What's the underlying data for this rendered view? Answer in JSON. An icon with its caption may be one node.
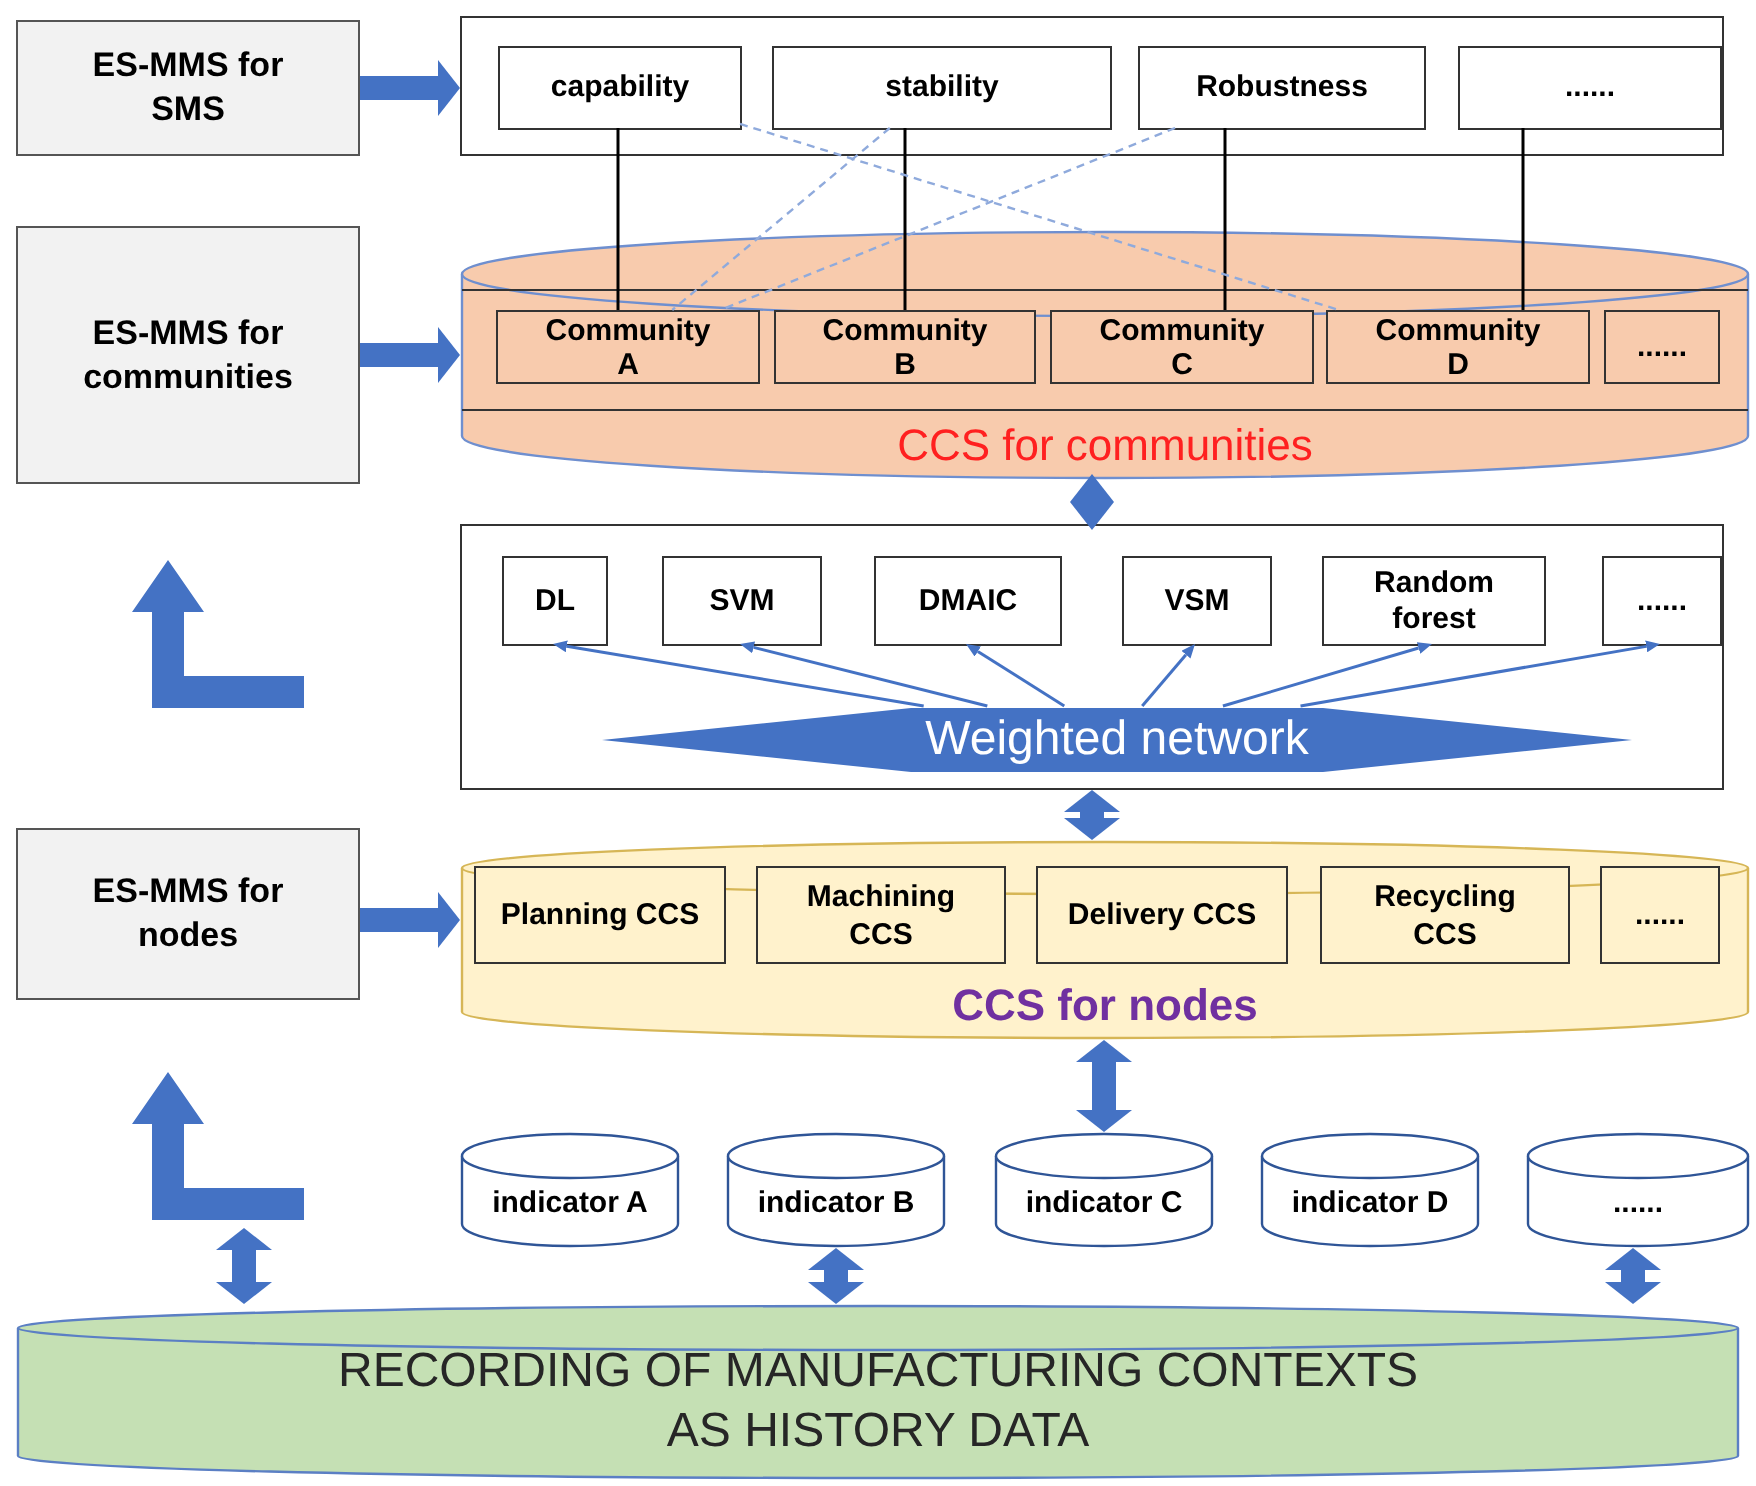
{
  "diagram": {
    "nodes": [
      {
        "text": [
          "ES-MMS for SMS"
        ]
      },
      {
        "text": [],
        "shape": "box"
      },
      {
        "text": [
          "capability"
        ],
        "in": 1
      },
      {
        "text": [
          "stability"
        ],
        "in": 1
      },
      {
        "text": [
          "Robustness"
        ],
        "in": 1
      },
      {
        "text": [
          "......"
        ],
        "in": 1
      },
      {
        "text": [
          "ES-MMS for communities"
        ]
      },
      {
        "text": [
          "CCS for communities"
        ]
      },
      {
        "text": [
          "Community A"
        ],
        "in": 7
      },
      {
        "text": [
          "Community B"
        ],
        "in": 7
      },
      {
        "text": [
          "Community C"
        ],
        "in": 7
      },
      {
        "text": [
          "Community D"
        ],
        "in": 7
      },
      {
        "text": [
          "......"
        ],
        "in": 7
      },
      {
        "text": [],
        "shape": "box"
      },
      {
        "text": [
          "DL"
        ],
        "in": 13
      },
      {
        "text": [
          "SVM"
        ],
        "in": 13
      },
      {
        "text": [
          "DMAIC"
        ],
        "in": 13
      },
      {
        "text": [
          "VSM"
        ],
        "in": 13
      },
      {
        "text": [
          "Random forest"
        ],
        "in": 13
      },
      {
        "text": [
          "......"
        ],
        "in": 13
      },
      {
        "text": [
          "Weighted network"
        ],
        "in": 13
      },
      {
        "text": [
          "ES-MMS for nodes"
        ]
      },
      {
        "text": [
          "CCS for nodes"
        ]
      },
      {
        "text": [
          "Planning CCS"
        ],
        "in": 22
      },
      {
        "text": [
          "Machining CCS"
        ],
        "in": 22
      },
      {
        "text": [
          "Delivery CCS"
        ],
        "in": 22
      },
      {
        "text": [
          "Recycling CCS"
        ],
        "in": 22
      },
      {
        "text": [
          "......"
        ],
        "in": 22
      },
      {
        "text": [
          "indicator A"
        ]
      },
      {
        "text": [
          "indicator B"
        ]
      },
      {
        "text": [
          "indicator C"
        ]
      },
      {
        "text": [
          "indicator D"
        ]
      },
      {
        "text": [
          "......"
        ]
      },
      {
        "text": [
          "RECORDING OF MANUFACTURING CONTEXTS AS HISTORY DATA"
        ]
      }
    ],
    "edges": [
      {
        "from": 0,
        "to": 1,
        "arrow": "to",
        "style": "thick",
        "color": "#4472c4"
      },
      {
        "from": 2,
        "to": 8,
        "arrow": "none",
        "color": "#000000"
      },
      {
        "from": 3,
        "to": 9,
        "arrow": "none",
        "color": "#000000"
      },
      {
        "from": 4,
        "to": 10,
        "arrow": "none",
        "color": "#000000"
      },
      {
        "from": 5,
        "to": 11,
        "arrow": "none",
        "color": "#000000"
      },
      {
        "from": 2,
        "to": 11,
        "arrow": "none",
        "style": "dashed",
        "color": "#8faadc"
      },
      {
        "from": 3,
        "to": 8,
        "arrow": "none",
        "style": "dashed",
        "color": "#8faadc"
      },
      {
        "from": 4,
        "to": 8,
        "arrow": "none",
        "style": "dashed",
        "color": "#8faadc"
      },
      {
        "from": 6,
        "to": 7,
        "arrow": "to",
        "style": "thick",
        "color": "#4472c4"
      },
      {
        "from": 7,
        "to": 13,
        "arrow": "both",
        "style": "thick",
        "color": "#4472c4"
      },
      {
        "from": 20,
        "to": 14,
        "arrow": "to",
        "color": "#4472c4"
      },
      {
        "from": 20,
        "to": 15,
        "arrow": "to",
        "color": "#4472c4"
      },
      {
        "from": 20,
        "to": 16,
        "arrow": "to",
        "color": "#4472c4"
      },
      {
        "from": 20,
        "to": 17,
        "arrow": "to",
        "color": "#4472c4"
      },
      {
        "from": 20,
        "to": 18,
        "arrow": "to",
        "color": "#4472c4"
      },
      {
        "from": 20,
        "to": 19,
        "arrow": "to",
        "color": "#4472c4"
      },
      {
        "from": 13,
        "to": 22,
        "arrow": "both",
        "style": "thick",
        "color": "#4472c4"
      },
      {
        "from": 21,
        "to": 22,
        "arrow": "to",
        "style": "thick",
        "color": "#4472c4"
      },
      {
        "from": 22,
        "to": 30,
        "arrow": "both",
        "style": "thick",
        "color": "#4472c4"
      },
      {
        "from": null,
        "to": 33,
        "arrow": "both",
        "style": "thick",
        "color": "#4472c4"
      },
      {
        "from": 29,
        "to": 33,
        "arrow": "both",
        "style": "thick",
        "color": "#4472c4"
      },
      {
        "from": 32,
        "to": 33,
        "arrow": "both",
        "style": "thick",
        "color": "#4472c4"
      }
    ]
  }
}
